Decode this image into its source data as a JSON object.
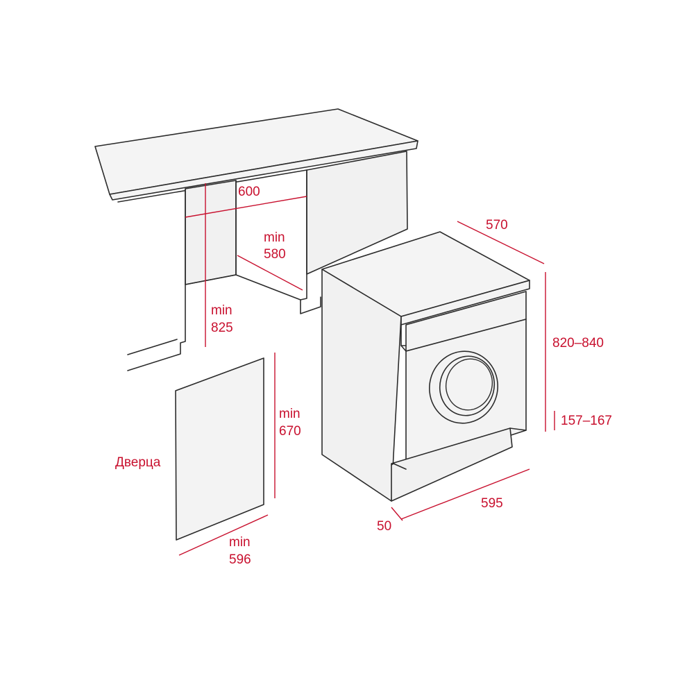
{
  "labels": {
    "cabinet_width": "600",
    "cabinet_depth_min": "min",
    "cabinet_depth_val": "580",
    "cabinet_height_min": "min",
    "cabinet_height_val": "825",
    "door_label": "Дверца",
    "door_height_min": "min",
    "door_height_val": "670",
    "door_width_min": "min",
    "door_width_val": "596",
    "machine_depth": "570",
    "machine_height": "820–840",
    "plinth_height": "157–167",
    "machine_width": "595",
    "door_offset": "50"
  },
  "colors": {
    "dimension": "#c8102e",
    "line": "#2b2b2b",
    "background": "#ffffff"
  }
}
